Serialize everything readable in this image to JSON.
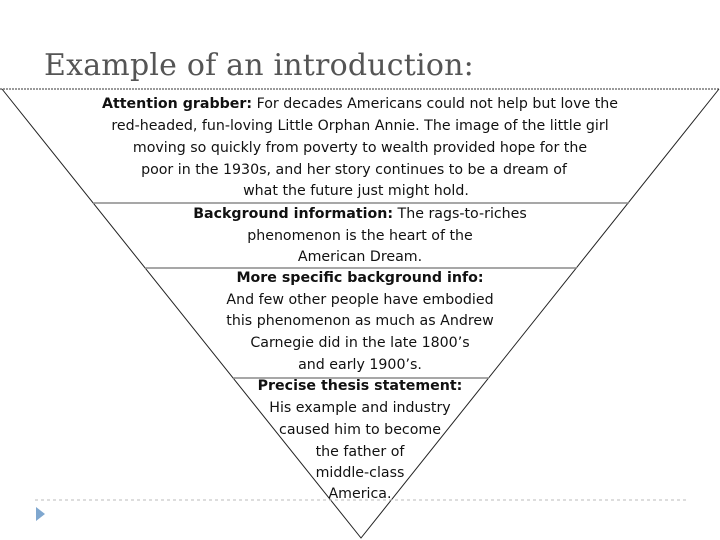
{
  "slide": {
    "title": "Example of an introduction:",
    "accent_color": "#7fa7cf",
    "title_color": "#555555"
  },
  "funnel": {
    "sections": [
      {
        "label": "Attention grabber:",
        "lines": [
          "For decades Americans could not help but love the",
          "red-headed, fun-loving Little Orphan Annie. The image of the little girl",
          "moving so quickly from poverty to wealth provided hope for the",
          "poor in the 1930s, and her story continues to be a dream of",
          "what the future just might hold."
        ]
      },
      {
        "label": "Background information:",
        "lines": [
          " The rags-to-riches",
          "phenomenon is the heart of the",
          "American Dream."
        ]
      },
      {
        "label": "More specific background info:",
        "lines": [
          "And few other people have embodied",
          "this phenomenon as much as Andrew",
          "Carnegie did in the late 1800’s",
          "and early 1900’s."
        ]
      },
      {
        "label": "Precise thesis statement:",
        "lines": [
          "His example and industry",
          "caused him to become",
          "the father of",
          "middle-class",
          "America."
        ]
      }
    ]
  }
}
